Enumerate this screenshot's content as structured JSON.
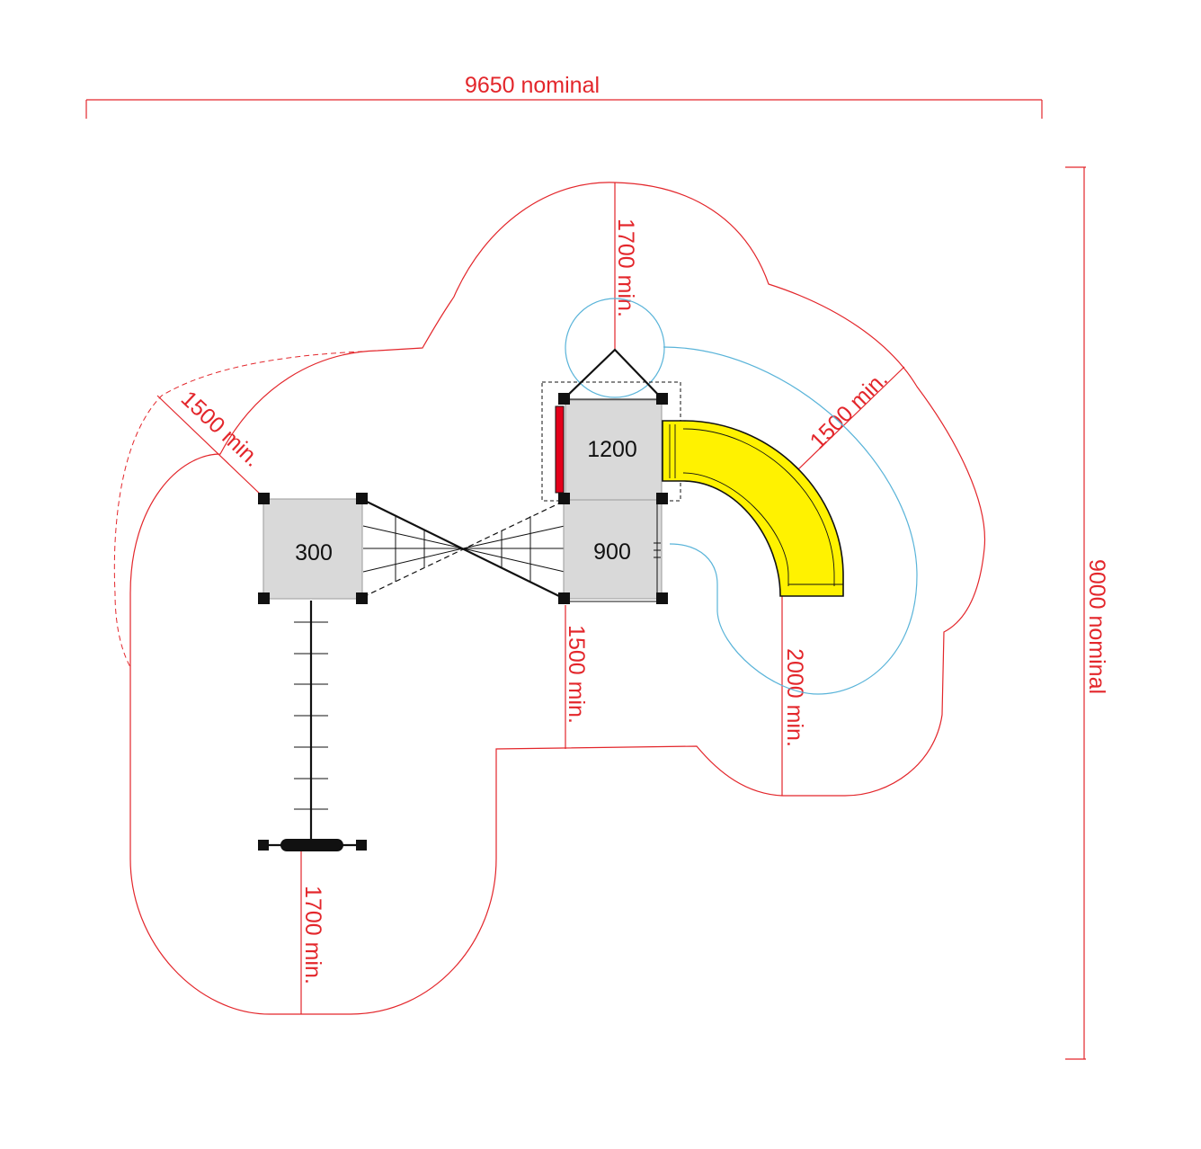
{
  "dimensions": {
    "overall_width": "9650 nominal",
    "overall_depth": "9000 nominal",
    "top_clearance": "1700 min.",
    "left_clearance": "1500 min.",
    "right_clearance": "1500 min.",
    "center_clearance": "1500 min.",
    "slide_clearance": "2000 min.",
    "bottom_clearance": "1700 min."
  },
  "platforms": {
    "left": "300",
    "tower_top": "1200",
    "tower_bottom": "900"
  },
  "colors": {
    "dimension": "#e3262b",
    "zone_blue": "#5ab4d9",
    "platform": "#d9d9d9",
    "slide": "#fff200",
    "panel_red": "#e3001b",
    "structure": "#111111"
  }
}
